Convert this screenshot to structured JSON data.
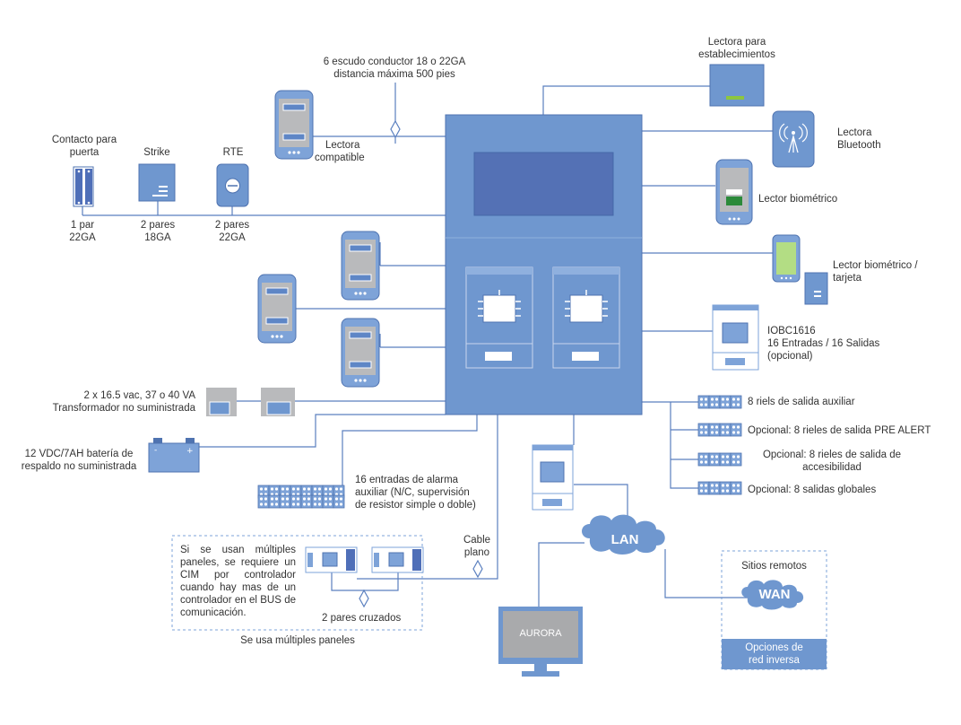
{
  "labels": {
    "shield_line1": "6 escudo conductor 18 o 22GA",
    "shield_line2": "distancia máxima 500 pies",
    "reader_compatible_1": "Lectora",
    "reader_compatible_2": "compatible",
    "door_contact_1": "Contacto para",
    "door_contact_2": "puerta",
    "strike": "Strike",
    "rte": "RTE",
    "door_contact_wire_1": "1 par",
    "door_contact_wire_2": "22GA",
    "strike_wire_1": "2 pares",
    "strike_wire_2": "18GA",
    "rte_wire_1": "2 pares",
    "rte_wire_2": "22GA",
    "establishment_reader_1": "Lectora para",
    "establishment_reader_2": "establecimientos",
    "bluetooth_reader_1": "Lectora",
    "bluetooth_reader_2": "Bluetooth",
    "biometric_reader": "Lector biométrico",
    "biometric_card_1": "Lector biométrico /",
    "biometric_card_2": "tarjeta",
    "iobc_1": "IOBC1616",
    "iobc_2": "16 Entradas / 16 Salidas",
    "iobc_3": "(opcional)",
    "out_aux": "8 riels de salida auxiliar",
    "out_prealert": "Opcional: 8 rieles de salida PRE ALERT",
    "out_access_1": "Opcional: 8 rieles de salida de",
    "out_access_2": "accesibilidad",
    "out_global": "Opcional: 8 salidas globales",
    "transformer_1": "2 x 16.5 vac, 37 o 40 VA",
    "transformer_2": "Transformador no suministrada",
    "battery_1": "12 VDC/7AH batería de",
    "battery_2": "respaldo no suministrada",
    "alarm_1": "16 entradas de alarma",
    "alarm_2": "auxiliar (N/C, supervisión",
    "alarm_3": "de resistor simple o doble)",
    "cable_1": "Cable",
    "cable_2": "plano",
    "multi_note": "Si se usan múltiples paneles, se requiere un CIM por controlador cuando hay mas de un controlador en el BUS de comunicación.",
    "cross_pairs": "2 pares cruzados",
    "multi_caption": "Se usa múltiples paneles",
    "remote_sites": "Sitios remotos",
    "lan": "LAN",
    "wan": "WAN",
    "aurora": "AURORA",
    "reverse_1": "Opciones de",
    "reverse_2": "red inversa"
  },
  "colors": {
    "panel": "#6f97cf",
    "panel_dark": "#5471b5",
    "panel_border": "#4f73b0",
    "line": "#5a7fbf",
    "device": "#7ea3d8",
    "gray": "#a9aaac",
    "green": "#8dc63f"
  },
  "icons": [
    "door-contact-icon",
    "strike-icon",
    "rte-icon",
    "phone-reader-icon",
    "card-reader-icon",
    "bluetooth-reader-icon",
    "biometric-reader-icon",
    "io-board-icon",
    "terminal-block-icon",
    "transformer-icon",
    "battery-icon",
    "cloud-icon",
    "monitor-icon",
    "chip-icon"
  ]
}
